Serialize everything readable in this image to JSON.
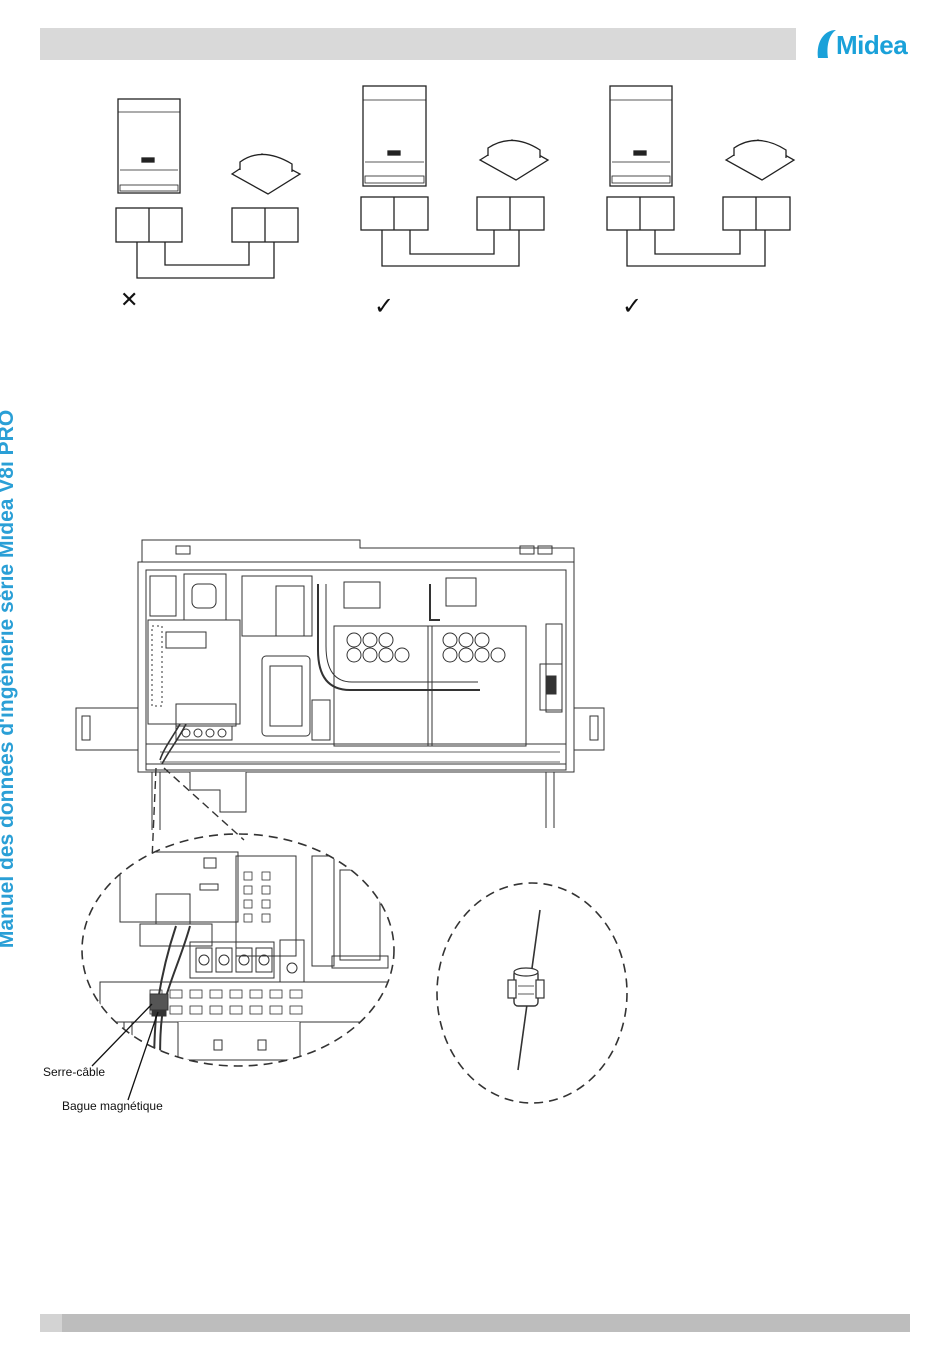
{
  "header": {
    "brand": "Midea",
    "brand_color": "#1aa1d9",
    "bar_color": "#d9d9d9"
  },
  "sidebar": {
    "title": "Manuel des données d'ingénierie série Midea V8i PRO",
    "color": "#2a9fd6"
  },
  "wiring_examples": [
    {
      "mark": "✕",
      "status": "incorrect"
    },
    {
      "mark": "✓",
      "status": "correct"
    },
    {
      "mark": "✓",
      "status": "correct"
    }
  ],
  "callouts": {
    "cable_tie": "Serre-câble",
    "magnetic_ring": "Bague magnétique"
  },
  "footer": {
    "bar_color": "#bdbdbd"
  }
}
